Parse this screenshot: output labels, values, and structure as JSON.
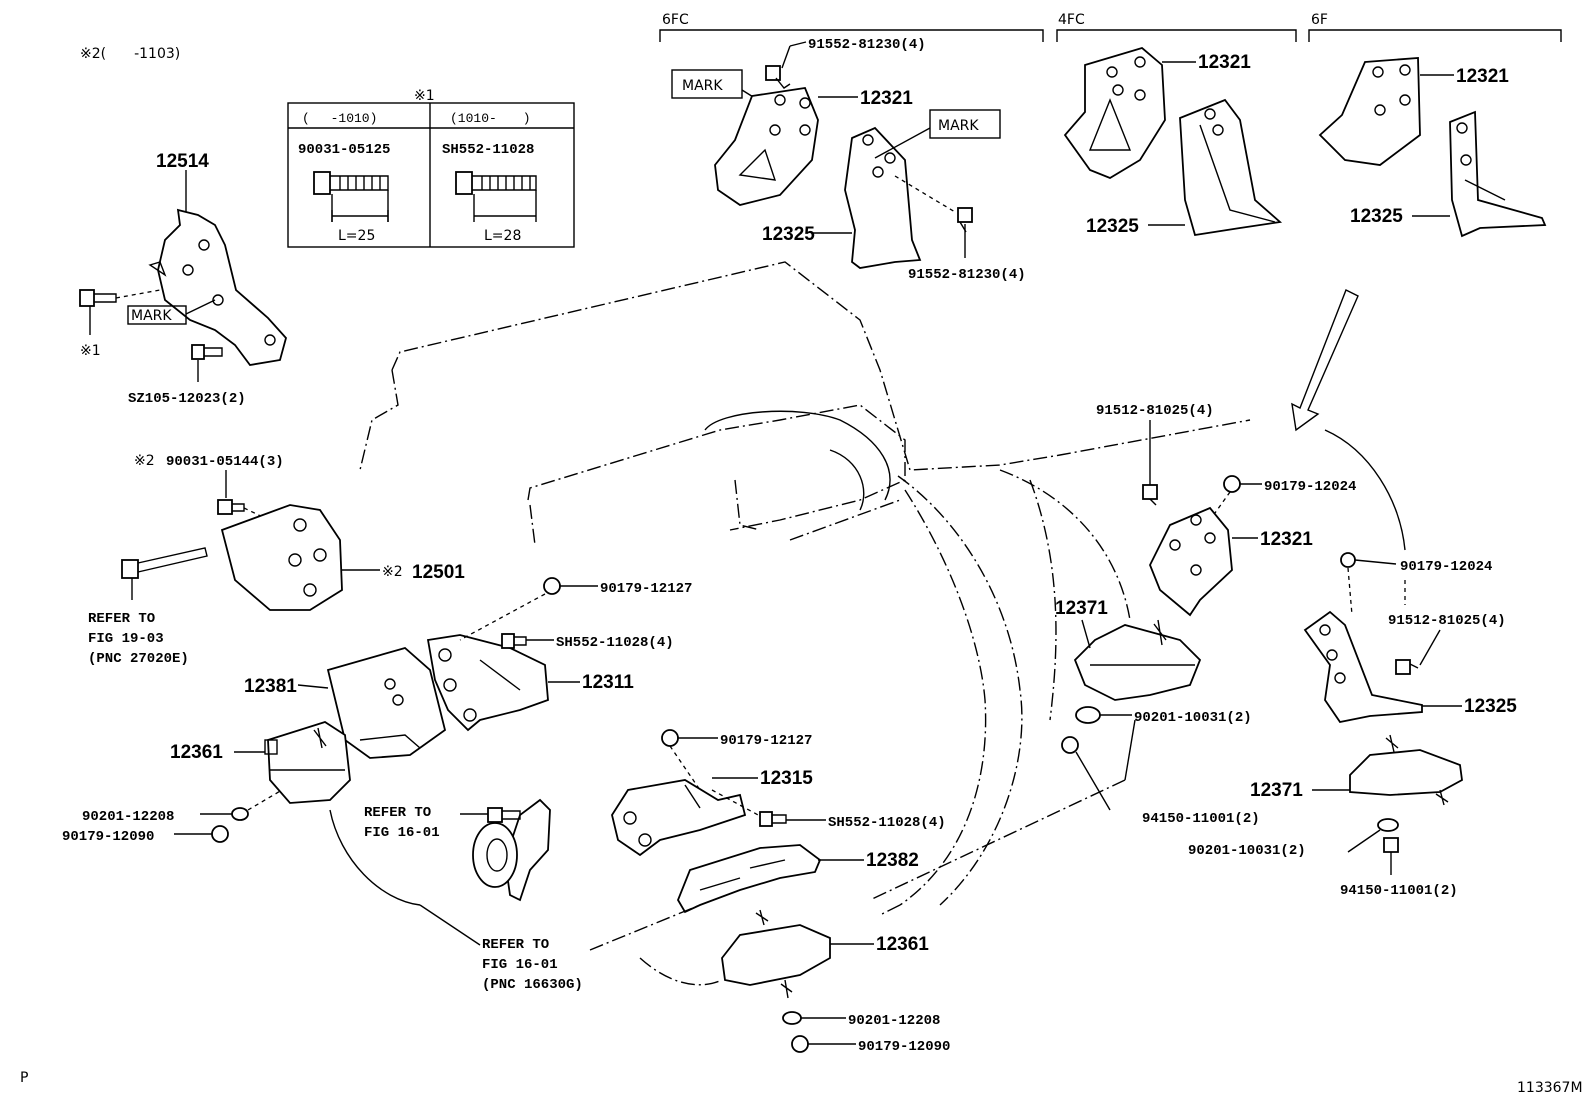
{
  "variants": {
    "fc6": "6FC",
    "fc4": "4FC",
    "f6": "6F"
  },
  "notes": {
    "note2_range": "※2(　　-1103)",
    "note1_mark": "※1",
    "mark1_ref": "※1",
    "mark2_a": "※2",
    "mark2_b": "※2"
  },
  "bolt_table": {
    "col1_range": "(　 -1010)",
    "col2_range": "(1010-　　)",
    "col1_part": "90031-05125",
    "col2_part": "SH552-11028",
    "col1_length": "L=25",
    "col2_length": "L=28"
  },
  "mark_labels": {
    "m1": "MARK",
    "m2": "MARK",
    "m3": "MARK"
  },
  "parts": {
    "p12514": "12514",
    "p12501": "12501",
    "p12381": "12381",
    "p12361a": "12361",
    "p12311": "12311",
    "p12315": "12315",
    "p12382": "12382",
    "p12361b": "12361",
    "p12321_6fc": "12321",
    "p12325_6fc": "12325",
    "p12321_4fc": "12321",
    "p12325_4fc": "12325",
    "p12321_6f": "12321",
    "p12325_6f": "12325",
    "p12321_r": "12321",
    "p12371_a": "12371",
    "p12325_r": "12325",
    "p12371_b": "12371"
  },
  "fasteners": {
    "f91552_top": "91552-81230(4)",
    "f91552_bot": "91552-81230(4)",
    "fSZ105": "SZ105-12023(2)",
    "f90031_05144": "90031-05144(3)",
    "f90179_12127_a": "90179-12127",
    "fSH552_a": "SH552-11028(4)",
    "f90201_12208_a": "90201-12208",
    "f90179_12090_a": "90179-12090",
    "f90179_12127_b": "90179-12127",
    "fSH552_b": "SH552-11028(4)",
    "f90201_12208_b": "90201-12208",
    "f90179_12090_b": "90179-12090",
    "f91512_a": "91512-81025(4)",
    "f90179_12024_a": "90179-12024",
    "f90179_12024_b": "90179-12024",
    "f91512_b": "91512-81025(4)",
    "f90201_10031_a": "90201-10031(2)",
    "f94150_a": "94150-11001(2)",
    "f90201_10031_b": "90201-10031(2)",
    "f94150_b": "94150-11001(2)"
  },
  "refs": {
    "r1_l1": "REFER TO",
    "r1_l2": "FIG 19-03",
    "r1_l3": "(PNC 27020E)",
    "r2_l1": "REFER TO",
    "r2_l2": "FIG 16-01",
    "r3_l1": "REFER TO",
    "r3_l2": "FIG 16-01",
    "r3_l3": "(PNC 16630G)"
  },
  "footer": {
    "left": "P",
    "code": "113367M"
  }
}
